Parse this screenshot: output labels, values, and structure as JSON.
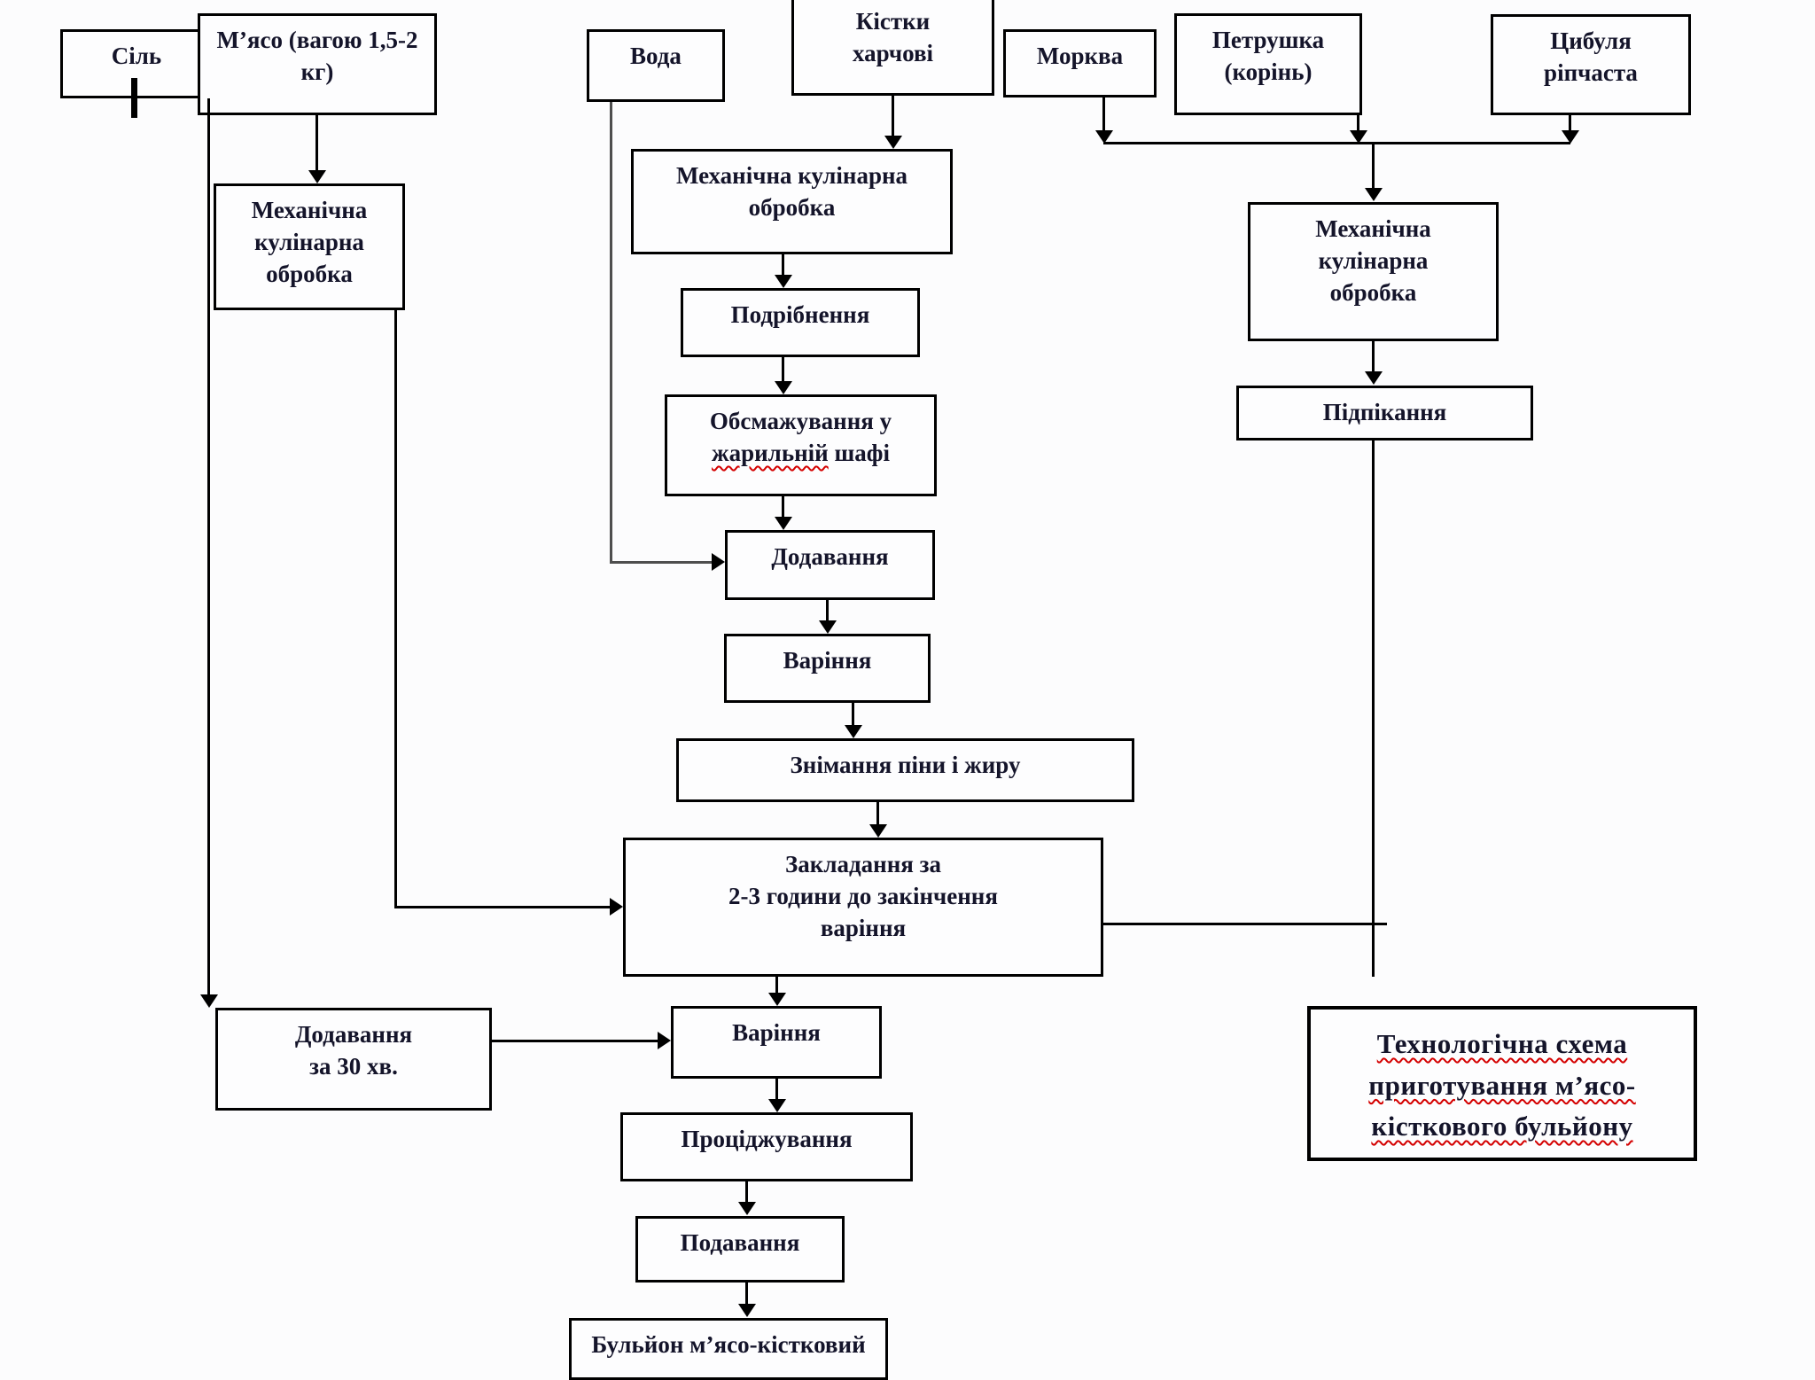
{
  "diagram": {
    "kind": "flowchart",
    "language": "uk",
    "colors": {
      "background": "#fcfcfd",
      "box_border": "#000000",
      "connector": "#000000",
      "water_connector": "#4e4e4e",
      "text": "#14142a",
      "spellcheck_squiggle": "#d40000"
    },
    "title_box": {
      "line1": "Технологічна схема",
      "line2": "приготування м’ясо-",
      "line3": "кісткового бульйону"
    },
    "nodes": {
      "salt": {
        "label": "Сіль"
      },
      "meat": {
        "line1": "М’ясо (вагою  1,5-2",
        "line2": "кг)"
      },
      "meat_mech": {
        "line1": "Механічна",
        "line2": "кулінарна",
        "line3": "обробка"
      },
      "water": {
        "label": "Вода"
      },
      "bones": {
        "line1": "Кістки",
        "line2": "харчові"
      },
      "bones_mech": {
        "line1": "Механічна кулінарна",
        "line2": "обробка"
      },
      "grind": {
        "label": "Подрібнення"
      },
      "roast": {
        "line1": "Обсмажування у",
        "line2_underlined": "жарильній",
        "line2_rest": " шафі"
      },
      "add_water": {
        "label": "Додавання"
      },
      "boil1": {
        "label": "Варіння"
      },
      "skim": {
        "label": "Знімання піни і жиру"
      },
      "load": {
        "line1": "Закладання за",
        "line2": "2-3 години до закінчення",
        "line3": "варіння"
      },
      "add_salt": {
        "line1": "Додавання",
        "line2": "за 30 хв."
      },
      "boil2": {
        "label": "Варіння"
      },
      "strain": {
        "label": "Проціджування"
      },
      "serve": {
        "label": "Подавання"
      },
      "broth": {
        "label": "Бульйон м’ясо-кістковий"
      },
      "carrot": {
        "label": "Морква"
      },
      "parsley": {
        "line1": "Петрушка",
        "line2": "(корінь)"
      },
      "onion": {
        "line1": "Цибуля",
        "line2": "ріпчаста"
      },
      "veg_mech": {
        "line1": "Механічна",
        "line2": "кулінарна",
        "line3": "обробка"
      },
      "bake": {
        "label": "Підпікання"
      }
    }
  }
}
